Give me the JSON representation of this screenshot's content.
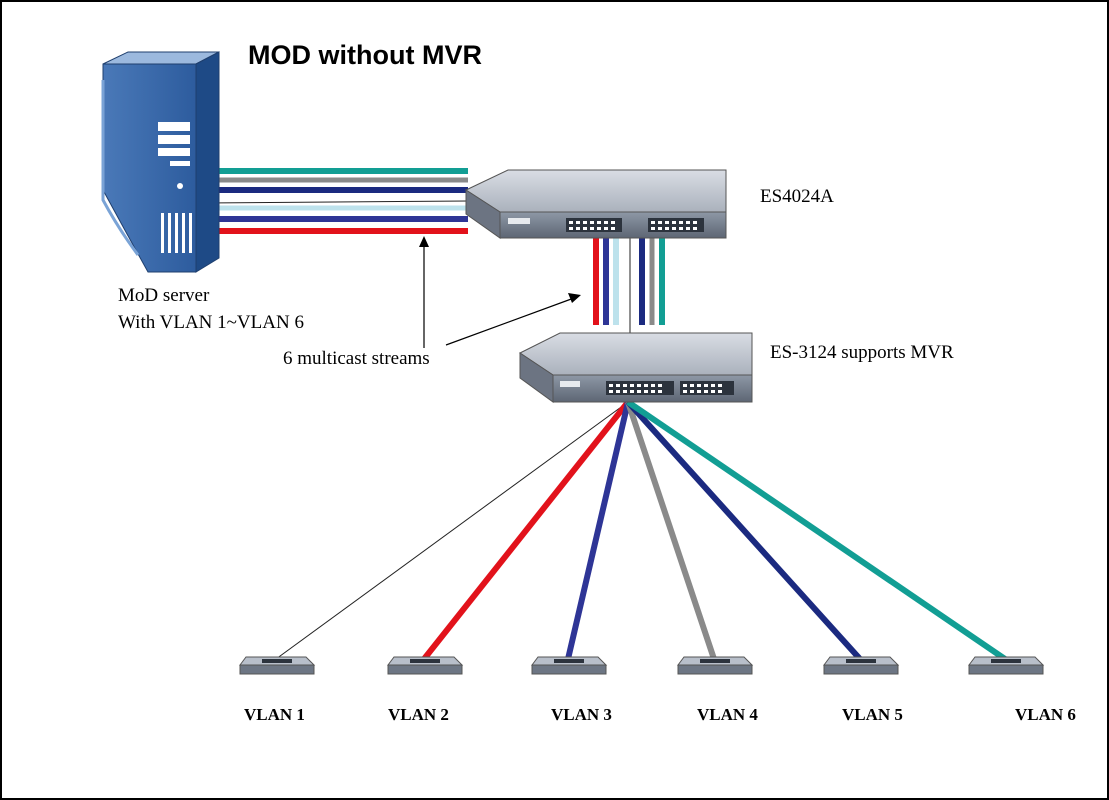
{
  "title": "MOD without MVR",
  "server": {
    "name": "MoD server",
    "vlans": "With VLAN 1~VLAN 6"
  },
  "streams_label": "6 multicast streams",
  "switch_top": {
    "name": "ES4024A"
  },
  "switch_mid": {
    "name": "ES-3124 supports MVR"
  },
  "colors": {
    "teal": "#129e94",
    "gray": "#8a8a8a",
    "navy": "#1b2a80",
    "white": "#ffffff",
    "blue": "#2e3596",
    "red": "#e2121b",
    "lightblue": "#bde2ec",
    "thin": "#222222"
  },
  "clients": [
    {
      "label": "VLAN 1",
      "color": "thin"
    },
    {
      "label": "VLAN 2",
      "color": "red"
    },
    {
      "label": "VLAN 3",
      "color": "blue"
    },
    {
      "label": "VLAN 4",
      "color": "gray"
    },
    {
      "label": "VLAN 5",
      "color": "navy"
    },
    {
      "label": "VLAN 6",
      "color": "teal"
    }
  ]
}
